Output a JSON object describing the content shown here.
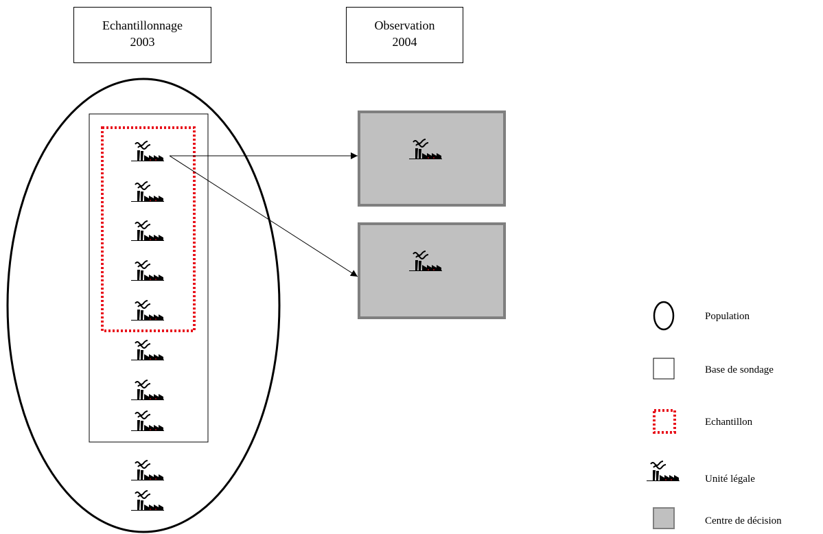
{
  "headers": {
    "sampling": {
      "line1": "Echantillonnage",
      "line2": "2003"
    },
    "observation": {
      "line1": "Observation",
      "line2": "2004"
    }
  },
  "legend": {
    "population": "Population",
    "frame": "Base de sondage",
    "sample": "Echantillon",
    "legal_unit": "Unité légale",
    "decision_center": "Centre de décision"
  },
  "colors": {
    "sample_border": "#e8111b",
    "decision_fill": "#c0c0c0",
    "decision_border": "#7f7f7f",
    "factory": "#000000"
  },
  "icons": {
    "legal_unit": "factory-icon"
  }
}
